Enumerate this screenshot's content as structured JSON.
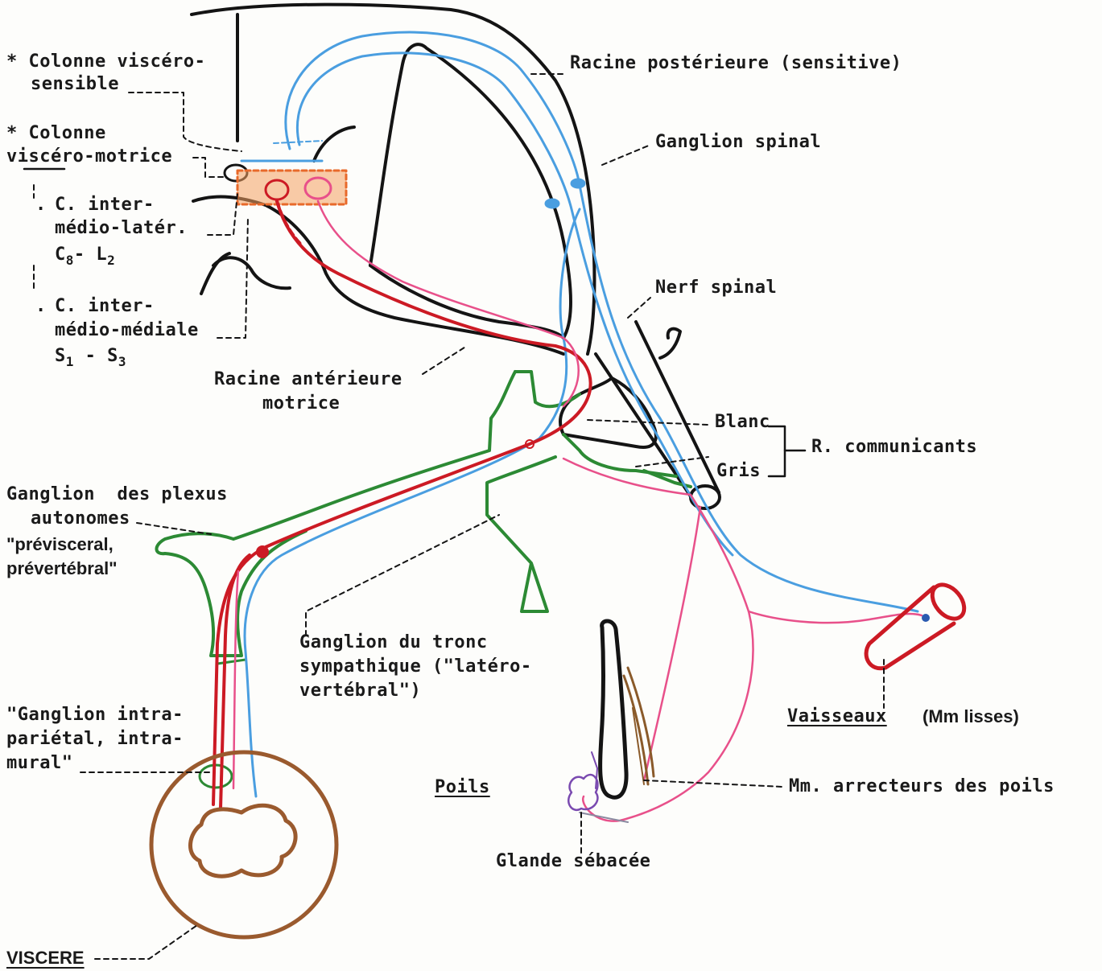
{
  "colors": {
    "outline": "#141414",
    "sensory": "#4a9ee0",
    "motor_preganglionic": "#cc1a24",
    "postganglionic": "#e8508a",
    "sympathetic_chain": "#2c8a34",
    "viscera": "#9a5a2e",
    "nucleus_fill": "#e8692a",
    "hair_muscle": "#8a5a2a",
    "gland": "#7a4ab0"
  },
  "labels": {
    "colonne_sens_1": "* Colonne viscéro-",
    "colonne_sens_2": "sensible",
    "colonne_mot_1": "* Colonne",
    "colonne_mot_2": "viscéro-motrice",
    "inter_lat_1": "C. inter-",
    "inter_lat_2": "médio-latér.",
    "inter_lat_seg_a": "C",
    "inter_lat_seg_a_sub": "8",
    "inter_lat_seg_sep": "- L",
    "inter_lat_seg_b_sub": "2",
    "inter_med_1": "C. inter-",
    "inter_med_2": "médio-médiale",
    "inter_med_seg_a": "S",
    "inter_med_seg_a_sub": "1",
    "inter_med_seg_sep": " - S",
    "inter_med_seg_b_sub": "3",
    "racine_post": "Racine postérieure (sensitive)",
    "ganglion_spinal": "Ganglion spinal",
    "nerf_spinal": "Nerf spinal",
    "racine_ant_1": "Racine antérieure",
    "racine_ant_2": "motrice",
    "blanc": "Blanc",
    "gris": "Gris",
    "r_communicants": "R. communicants",
    "ganglion_plexus_1": "Ganglion  des plexus",
    "ganglion_plexus_2": "autonomes",
    "previsceral_1": "\"prévisceral,",
    "previsceral_2": "prévertébral\"",
    "ganglion_tronc_1": "Ganglion du tronc",
    "ganglion_tronc_2": "sympathique (\"latéro-",
    "ganglion_tronc_3": "vertébral\")",
    "intraparietal_1": "\"Ganglion intra-",
    "intraparietal_2": "pariétal, intra-",
    "intraparietal_3": "mural\"",
    "poils": "Poils",
    "vaisseaux": "Vaisseaux",
    "mm_lisses": "(Mm lisses)",
    "mm_arrecteurs": "Mm. arrecteurs des poils",
    "glande": "Glande sébacée",
    "viscere": "VISCERE"
  }
}
